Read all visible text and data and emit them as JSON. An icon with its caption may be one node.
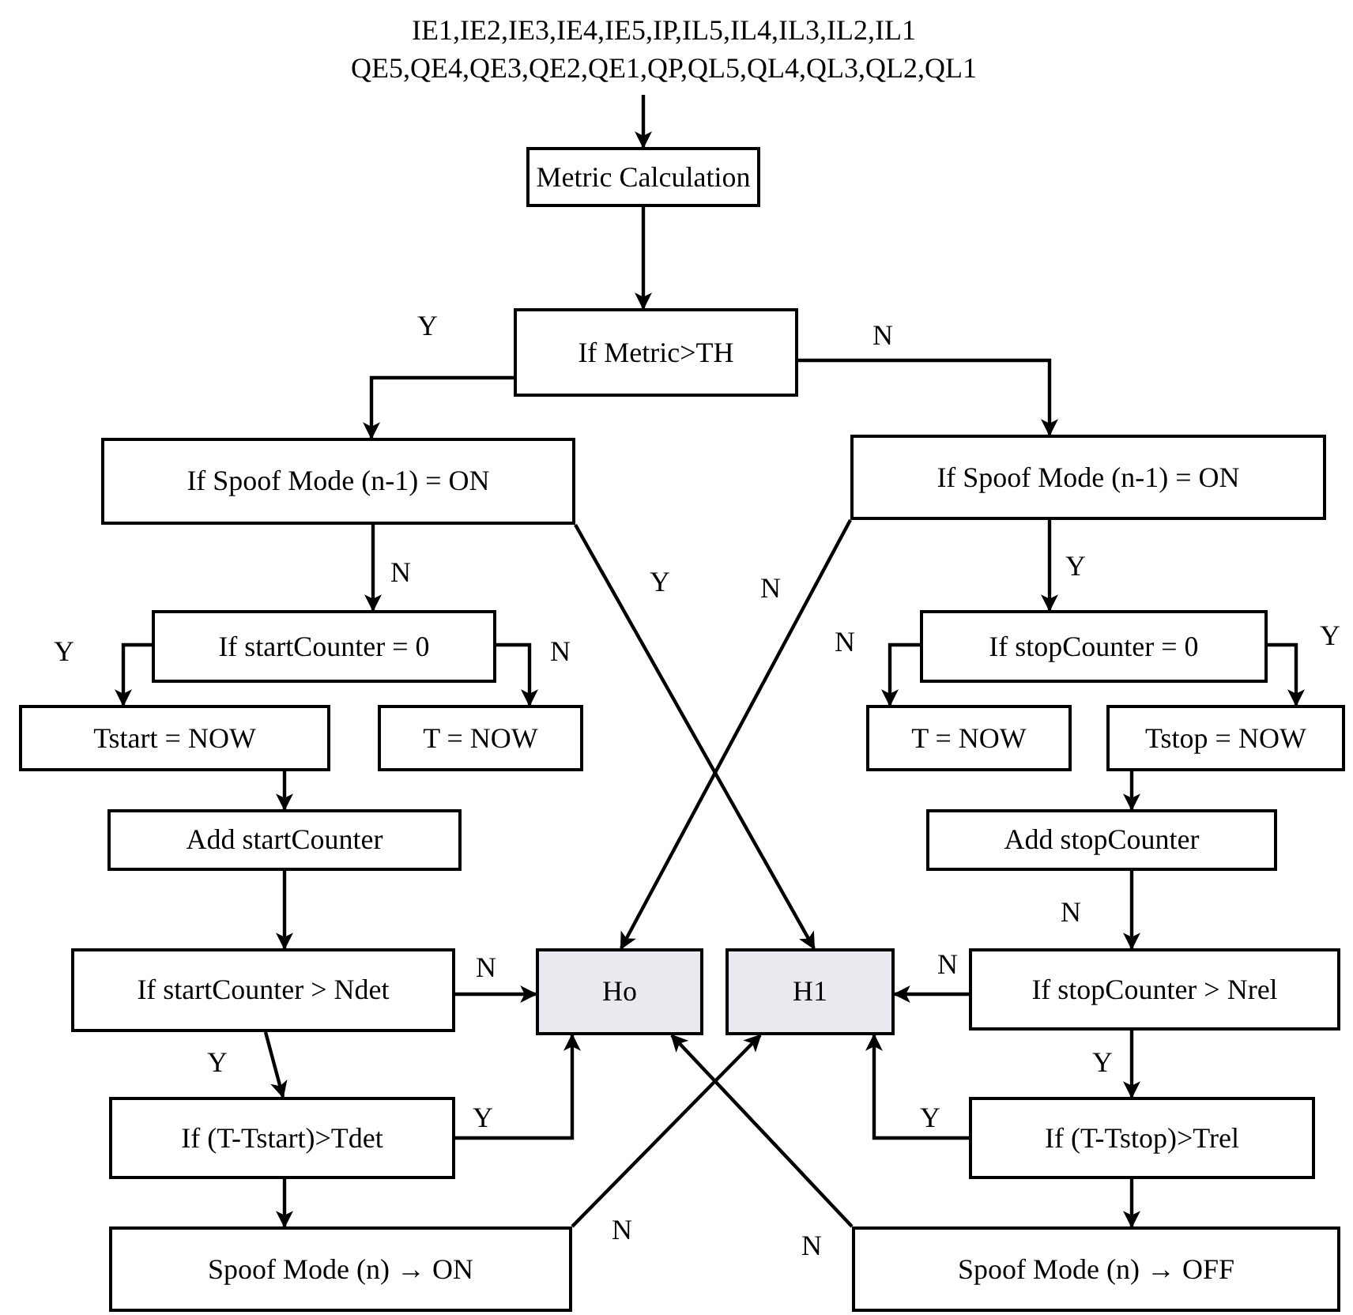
{
  "diagram": {
    "nodes": [
      {
        "text": [
          "IE1,IE2,IE3,IE4,IE5,IP,IL5,IL4,IL3,IL2,IL1",
          "QE5,QE4,QE3,QE2,QE1,QP,QL5,QL4,QL3,QL2,QL1"
        ]
      },
      {
        "text": [
          "Metric Calculation"
        ]
      },
      {
        "text": [
          "If Metric>TH"
        ]
      },
      {
        "text": [
          "If Spoof Mode (n-1) = ON"
        ]
      },
      {
        "text": [
          "If Spoof Mode (n-1) = ON"
        ]
      },
      {
        "text": [
          "If startCounter = 0"
        ]
      },
      {
        "text": [
          "If stopCounter = 0"
        ]
      },
      {
        "text": [
          "Tstart = NOW"
        ]
      },
      {
        "text": [
          "T = NOW"
        ]
      },
      {
        "text": [
          "T = NOW"
        ]
      },
      {
        "text": [
          "Tstop = NOW"
        ]
      },
      {
        "text": [
          "Add startCounter"
        ]
      },
      {
        "text": [
          "Add stopCounter"
        ]
      },
      {
        "text": [
          "If startCounter > Ndet"
        ]
      },
      {
        "text": [
          "Ho"
        ]
      },
      {
        "text": [
          "H1"
        ]
      },
      {
        "text": [
          "If stopCounter > Nrel"
        ]
      },
      {
        "text": [
          "If (T-Tstart)>Tdet"
        ]
      },
      {
        "text": [
          "If (T-Tstop)>Trel"
        ]
      },
      {
        "text": [
          "Spoof Mode (n) → ON"
        ]
      },
      {
        "text": [
          "Spoof Mode (n) → OFF"
        ]
      }
    ],
    "edges": [
      {
        "from": 0,
        "to": 1,
        "arrow": "to"
      },
      {
        "from": 1,
        "to": 2,
        "arrow": "to"
      },
      {
        "from": 2,
        "to": 3,
        "arrow": "to",
        "label": "Y"
      },
      {
        "from": 2,
        "to": 4,
        "arrow": "to",
        "label": "N"
      },
      {
        "from": 3,
        "to": 5,
        "arrow": "to",
        "label": "N"
      },
      {
        "from": 3,
        "to": 15,
        "arrow": "to",
        "label": "Y"
      },
      {
        "from": 4,
        "to": 14,
        "arrow": "to",
        "label": "N"
      },
      {
        "from": 4,
        "to": 6,
        "arrow": "to",
        "label": "Y"
      },
      {
        "from": 5,
        "to": 7,
        "arrow": "to",
        "label": "Y"
      },
      {
        "from": 5,
        "to": 8,
        "arrow": "to",
        "label": "N"
      },
      {
        "from": 6,
        "to": 9,
        "arrow": "to",
        "label": "N"
      },
      {
        "from": 6,
        "to": 10,
        "arrow": "to",
        "label": "Y"
      },
      {
        "from": 7,
        "to": 11,
        "arrow": "to"
      },
      {
        "from": 10,
        "to": 12,
        "arrow": "to"
      },
      {
        "from": 11,
        "to": 13,
        "arrow": "to"
      },
      {
        "from": 12,
        "to": 16,
        "arrow": "to",
        "label": "N"
      },
      {
        "from": 13,
        "to": 14,
        "arrow": "to",
        "label": "N"
      },
      {
        "from": 13,
        "to": 17,
        "arrow": "to",
        "label": "Y"
      },
      {
        "from": 16,
        "to": 15,
        "arrow": "to",
        "label": "N"
      },
      {
        "from": 16,
        "to": 18,
        "arrow": "to",
        "label": "Y"
      },
      {
        "from": 17,
        "to": 14,
        "arrow": "to",
        "label": "Y"
      },
      {
        "from": 18,
        "to": 15,
        "arrow": "to",
        "label": "Y"
      },
      {
        "from": 17,
        "to": 19,
        "arrow": "to"
      },
      {
        "from": 18,
        "to": 20,
        "arrow": "to"
      },
      {
        "from": 19,
        "to": 15,
        "arrow": "to",
        "label": "N"
      },
      {
        "from": 20,
        "to": 14,
        "arrow": "to",
        "label": "N"
      }
    ]
  }
}
